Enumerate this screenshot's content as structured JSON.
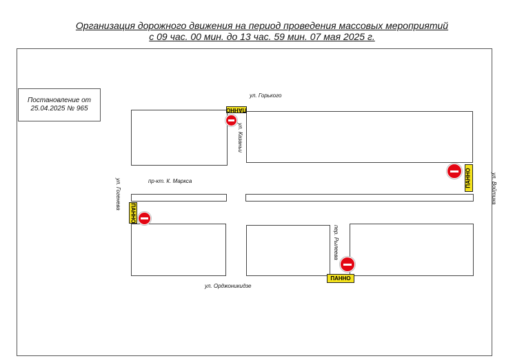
{
  "header": {
    "title_line1": "Организация дорожного движения на период проведения массовых мероприятий",
    "title_line2": "с 09 час. 00 мин. до 13 час. 59 мин. 07 мая 2025 г."
  },
  "decree": {
    "line1": "Постановление от",
    "line2": "25.04.2025 № 965"
  },
  "streets": {
    "gorkogo": "ул. Горького",
    "kazanya": "ул. Казаньи",
    "marksa": "пр-кт. К. Маркса",
    "gogeneva": "ул. Гогенева",
    "voitika": "ул. Войтика",
    "ryleeva": "пер. Рылеева",
    "ordzhonikidze": "ул. Орджоникидзе"
  },
  "signs": {
    "panel_label": "ПАННО",
    "no_entry_icon": "no-entry-icon",
    "panel_color": "#f4e21c",
    "no_entry_color": "#e30613"
  }
}
